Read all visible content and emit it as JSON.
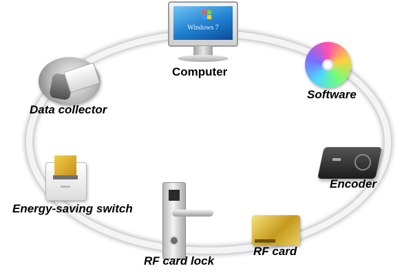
{
  "diagram": {
    "nodes": [
      {
        "id": "computer",
        "label": "Computer",
        "icon": "computer-monitor-icon",
        "screen_text": "Windows 7"
      },
      {
        "id": "software",
        "label": "Software",
        "icon": "cd-disc-icon"
      },
      {
        "id": "encoder",
        "label": "Encoder",
        "icon": "card-encoder-icon"
      },
      {
        "id": "rf-card",
        "label": "RF card",
        "icon": "rf-card-icon"
      },
      {
        "id": "rf-card-lock",
        "label": "RF card lock",
        "icon": "door-lock-icon"
      },
      {
        "id": "energy-saving-switch",
        "label": "Energy-saving switch",
        "icon": "energy-switch-icon"
      },
      {
        "id": "data-collector",
        "label": "Data collector",
        "icon": "data-collector-icon"
      }
    ],
    "colors": {
      "ring": "#f4f4f4",
      "ring_shadow": "#474747",
      "label": "#000000",
      "screen": "#1f7fcf",
      "card_gold": "#c59a1c"
    }
  }
}
